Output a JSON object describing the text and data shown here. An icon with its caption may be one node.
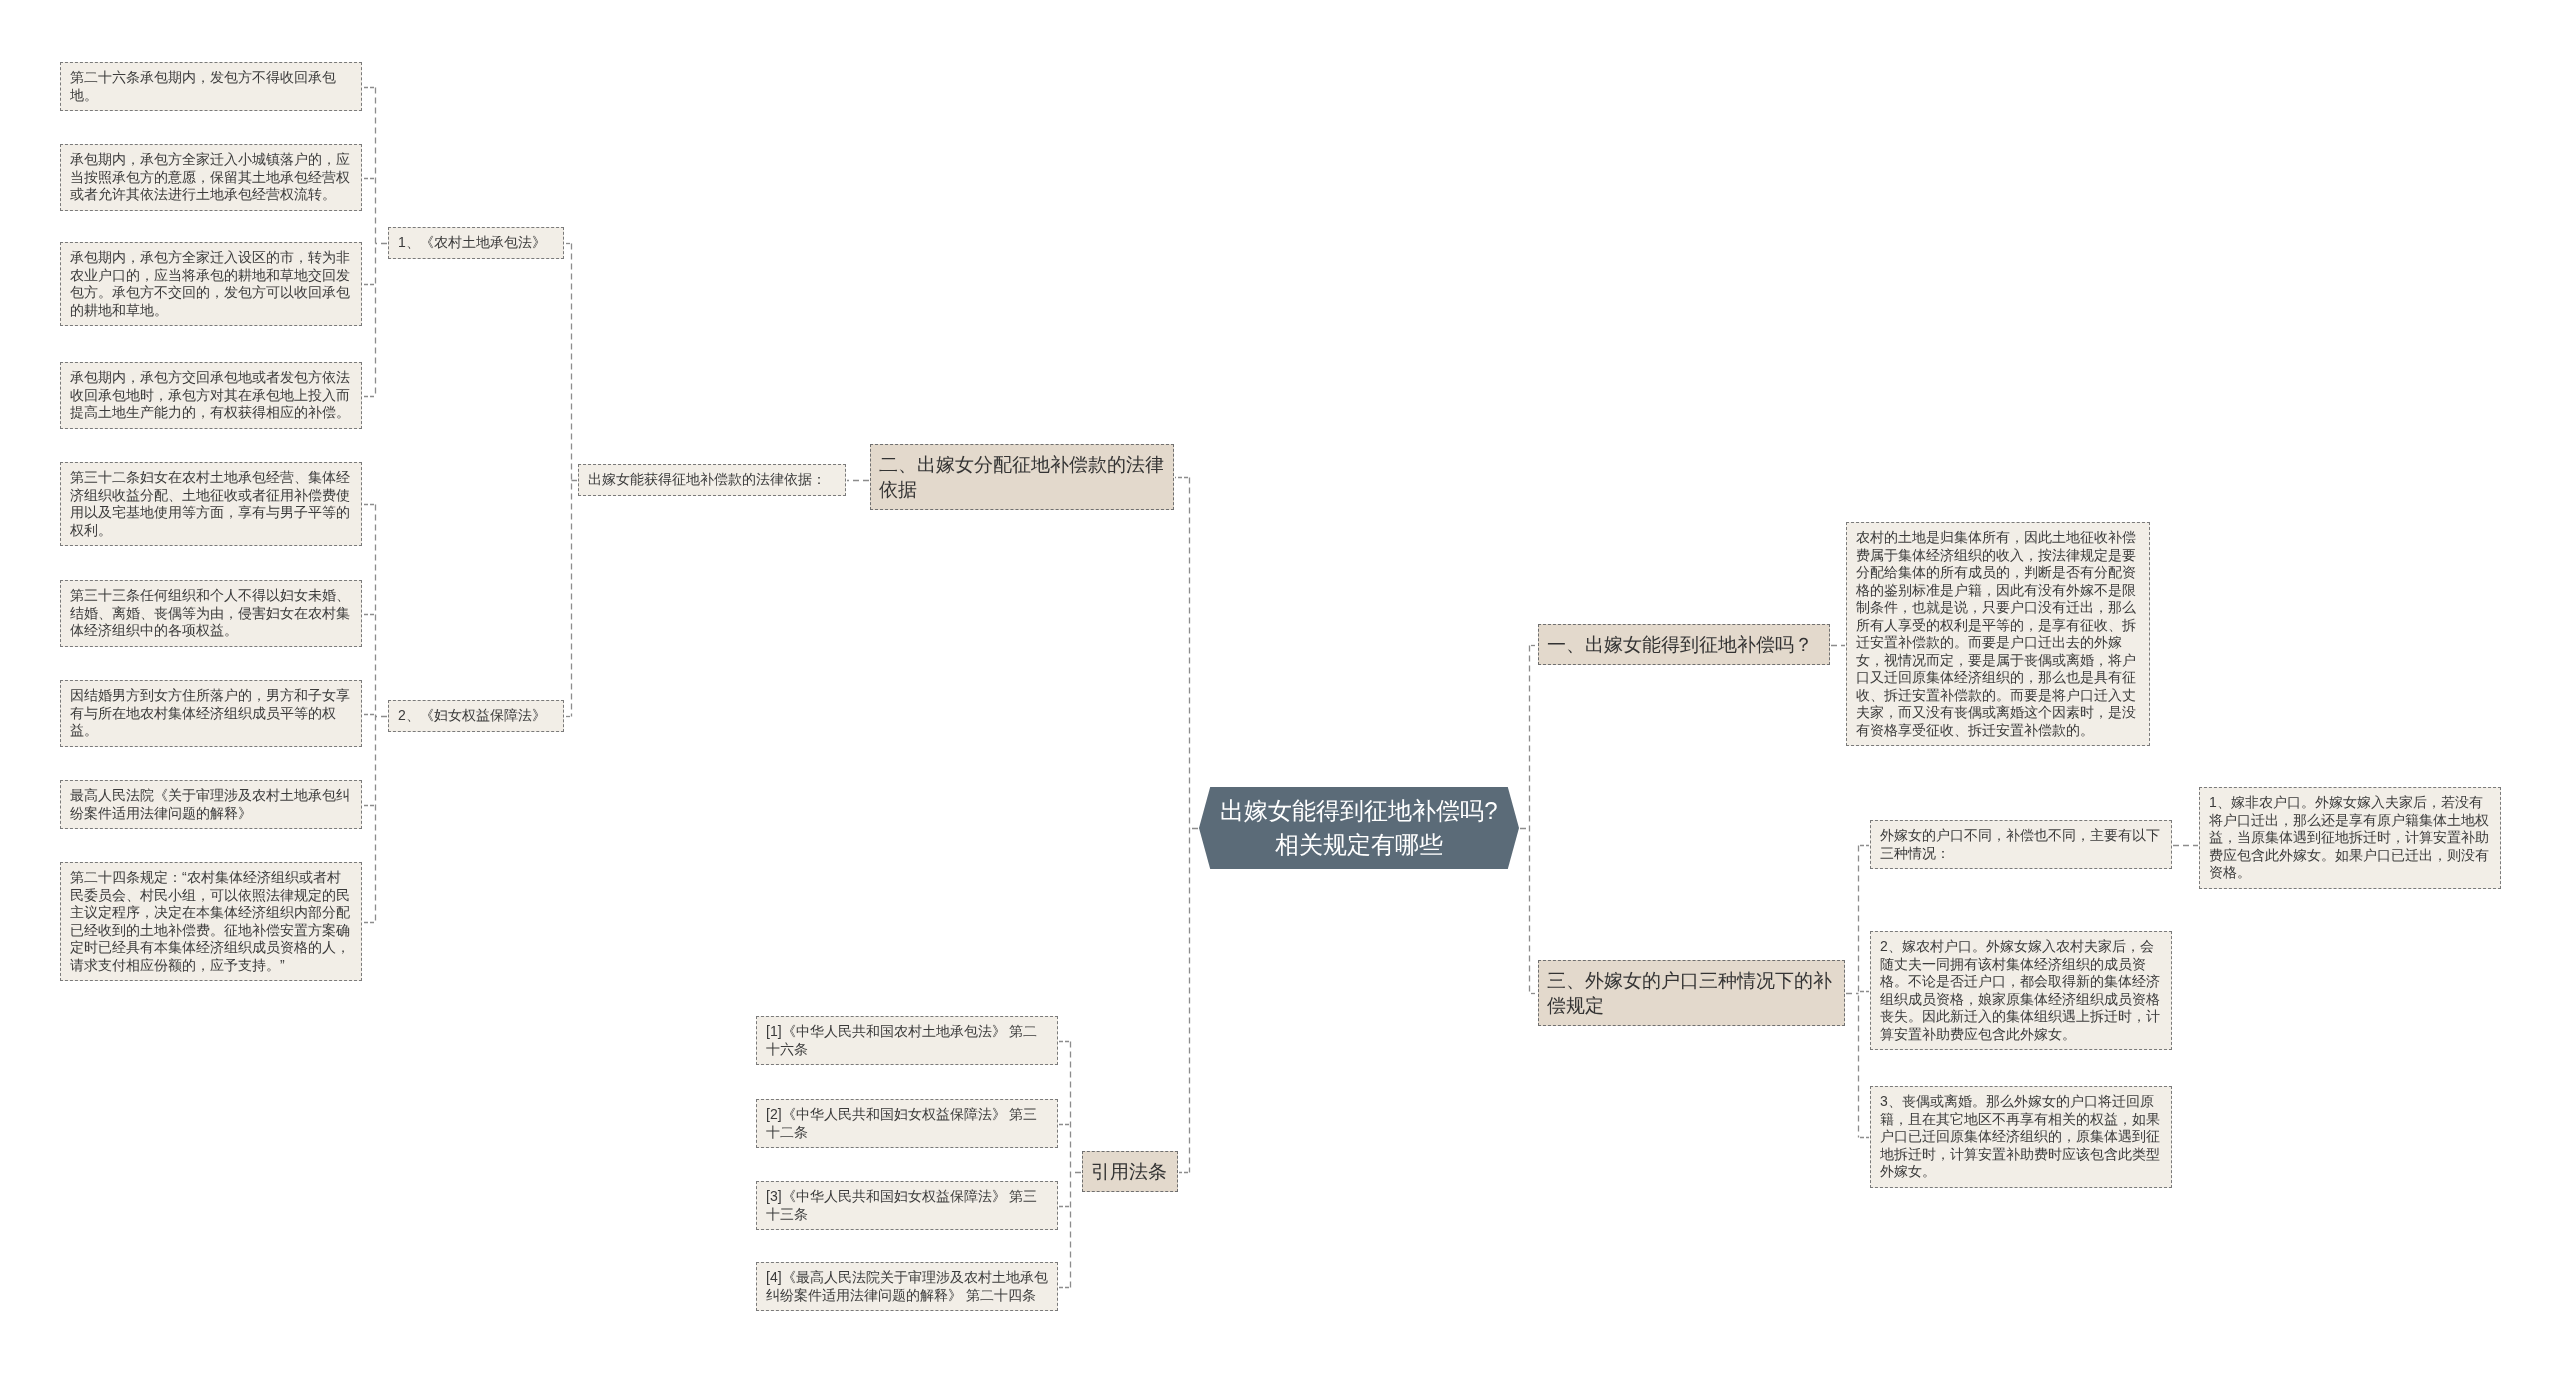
{
  "diagram": {
    "nodes": [
      {
        "text": [
          "出嫁女能得到征地补偿吗?相关规定有哪些"
        ]
      },
      {
        "text": [
          "二、出嫁女分配征地补偿款的法律依据"
        ]
      },
      {
        "text": [
          "出嫁女能获得征地补偿款的法律依据："
        ]
      },
      {
        "text": [
          "1、《农村土地承包法》"
        ]
      },
      {
        "text": [
          "第二十六条承包期内，发包方不得收回承包地。"
        ]
      },
      {
        "text": [
          "承包期内，承包方全家迁入小城镇落户的，应当按照承包方的意愿，保留其土地承包经营权或者允许其依法进行土地承包经营权流转。"
        ]
      },
      {
        "text": [
          "承包期内，承包方全家迁入设区的市，转为非农业户口的，应当将承包的耕地和草地交回发包方。承包方不交回的，发包方可以收回承包的耕地和草地。"
        ]
      },
      {
        "text": [
          "承包期内，承包方交回承包地或者发包方依法收回承包地时，承包方对其在承包地上投入而提高土地生产能力的，有权获得相应的补偿。"
        ]
      },
      {
        "text": [
          "2、《妇女权益保障法》"
        ]
      },
      {
        "text": [
          "第三十二条妇女在农村土地承包经营、集体经济组织收益分配、土地征收或者征用补偿费使用以及宅基地使用等方面，享有与男子平等的权利。"
        ]
      },
      {
        "text": [
          "第三十三条任何组织和个人不得以妇女未婚、结婚、离婚、丧偶等为由，侵害妇女在农村集体经济组织中的各项权益。"
        ]
      },
      {
        "text": [
          "因结婚男方到女方住所落户的，男方和子女享有与所在地农村集体经济组织成员平等的权益。"
        ]
      },
      {
        "text": [
          "最高人民法院《关于审理涉及农村土地承包纠纷案件适用法律问题的解释》"
        ]
      },
      {
        "text": [
          "第二十四条规定：“农村集体经济组织或者村民委员会、村民小组，可以依照法律规定的民主议定程序，决定在本集体经济组织内部分配已经收到的土地补偿费。征地补偿安置方案确定时已经具有本集体经济组织成员资格的人，请求支付相应份额的，应予支持。”"
        ]
      },
      {
        "text": [
          "引用法条"
        ]
      },
      {
        "text": [
          "[1]《中华人民共和国农村土地承包法》 第二十六条"
        ]
      },
      {
        "text": [
          "[2]《中华人民共和国妇女权益保障法》 第三十二条"
        ]
      },
      {
        "text": [
          "[3]《中华人民共和国妇女权益保障法》 第三十三条"
        ]
      },
      {
        "text": [
          "[4]《最高人民法院关于审理涉及农村土地承包纠纷案件适用法律问题的解释》 第二十四条"
        ]
      },
      {
        "text": [
          "一、出嫁女能得到征地补偿吗？"
        ]
      },
      {
        "text": [
          "农村的土地是归集体所有，因此土地征收补偿费属于集体经济组织的收入，按法律规定是要分配给集体的所有成员的，判断是否有分配资格的鉴别标准是户籍，因此有没有外嫁不是限制条件，也就是说，只要户口没有迁出，那么所有人享受的权利是平等的，是享有征收、拆迁安置补偿款的。而要是户口迁出去的外嫁女，视情况而定，要是属于丧偶或离婚，将户口又迁回原集体经济组织的，那么也是具有征收、拆迁安置补偿款的。而要是将户口迁入丈夫家，而又没有丧偶或离婚这个因素时，是没有资格享受征收、拆迁安置补偿款的。"
        ]
      },
      {
        "text": [
          "三、外嫁女的户口三种情况下的补偿规定"
        ]
      },
      {
        "text": [
          "外嫁女的户口不同，补偿也不同，主要有以下三种情况："
        ]
      },
      {
        "text": [
          "1、嫁非农户口。外嫁女嫁入夫家后，若没有将户口迁出，那么还是享有原户籍集体土地权益，当原集体遇到征地拆迁时，计算安置补助费应包含此外嫁女。如果户口已迁出，则没有资格。"
        ]
      },
      {
        "text": [
          "2、嫁农村户口。外嫁女嫁入农村夫家后，会随丈夫一同拥有该村集体经济组织的成员资格。不论是否迁户口，都会取得新的集体经济组织成员资格，娘家原集体经济组织成员资格丧失。因此新迁入的集体组织遇上拆迁时，计算安置补助费应包含此外嫁女。"
        ]
      },
      {
        "text": [
          "3、丧偶或离婚。那么外嫁女的户口将迁回原籍，且在其它地区不再享有相关的权益，如果户口已迁回原集体经济组织的，原集体遇到征地拆迁时，计算安置补助费时应该包含此类型外嫁女。"
        ]
      }
    ],
    "edges": [
      {
        "from": 0,
        "to": 1,
        "arrow": "none",
        "style": "dashed"
      },
      {
        "from": 1,
        "to": 2,
        "arrow": "none",
        "style": "dashed"
      },
      {
        "from": 2,
        "to": 3,
        "arrow": "none",
        "style": "dashed"
      },
      {
        "from": 3,
        "to": 4,
        "arrow": "none",
        "style": "dashed"
      },
      {
        "from": 3,
        "to": 5,
        "arrow": "none",
        "style": "dashed"
      },
      {
        "from": 3,
        "to": 6,
        "arrow": "none",
        "style": "dashed"
      },
      {
        "from": 3,
        "to": 7,
        "arrow": "none",
        "style": "dashed"
      },
      {
        "from": 2,
        "to": 8,
        "arrow": "none",
        "style": "dashed"
      },
      {
        "from": 8,
        "to": 9,
        "arrow": "none",
        "style": "dashed"
      },
      {
        "from": 8,
        "to": 10,
        "arrow": "none",
        "style": "dashed"
      },
      {
        "from": 8,
        "to": 11,
        "arrow": "none",
        "style": "dashed"
      },
      {
        "from": 8,
        "to": 12,
        "arrow": "none",
        "style": "dashed"
      },
      {
        "from": 8,
        "to": 13,
        "arrow": "none",
        "style": "dashed"
      },
      {
        "from": 0,
        "to": 14,
        "arrow": "none",
        "style": "dashed"
      },
      {
        "from": 14,
        "to": 15,
        "arrow": "none",
        "style": "dashed"
      },
      {
        "from": 14,
        "to": 16,
        "arrow": "none",
        "style": "dashed"
      },
      {
        "from": 14,
        "to": 17,
        "arrow": "none",
        "style": "dashed"
      },
      {
        "from": 14,
        "to": 18,
        "arrow": "none",
        "style": "dashed"
      },
      {
        "from": 0,
        "to": 19,
        "arrow": "none",
        "style": "dashed"
      },
      {
        "from": 19,
        "to": 20,
        "arrow": "none",
        "style": "dashed"
      },
      {
        "from": 0,
        "to": 21,
        "arrow": "none",
        "style": "dashed"
      },
      {
        "from": 21,
        "to": 22,
        "arrow": "none",
        "style": "dashed"
      },
      {
        "from": 22,
        "to": 23,
        "arrow": "none",
        "style": "dashed"
      },
      {
        "from": 21,
        "to": 24,
        "arrow": "none",
        "style": "dashed"
      },
      {
        "from": 21,
        "to": 25,
        "arrow": "none",
        "style": "dashed"
      }
    ]
  }
}
